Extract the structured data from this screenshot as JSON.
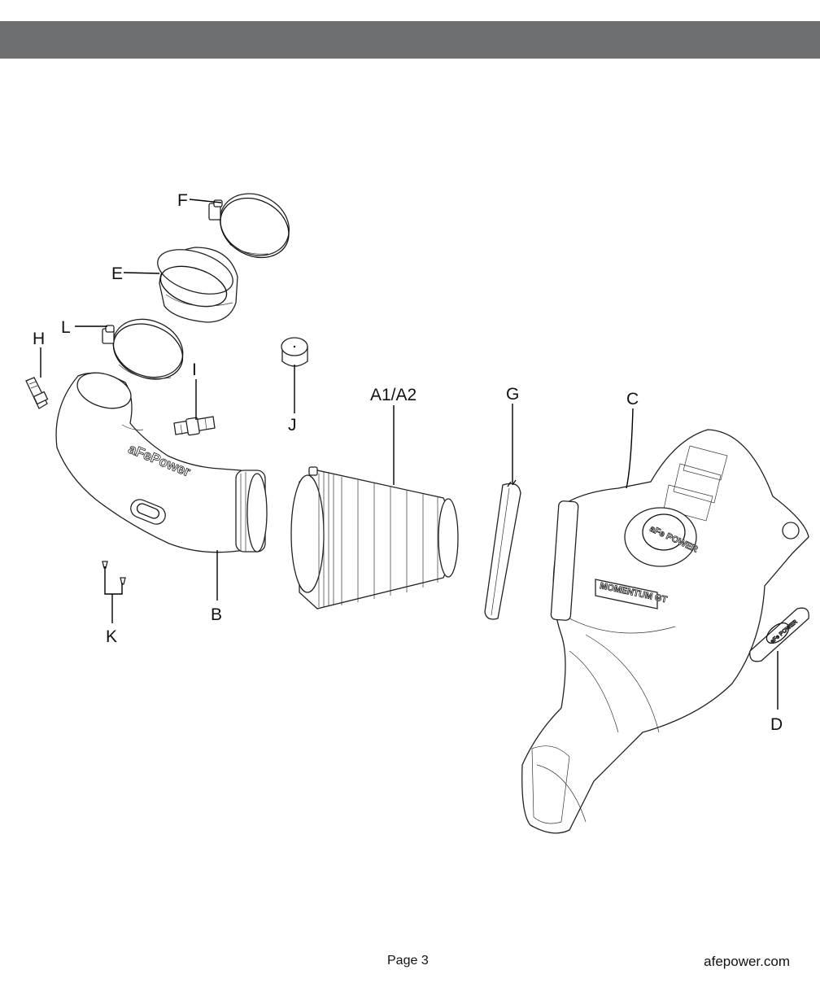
{
  "header": {
    "color": "#6d6e71"
  },
  "diagram": {
    "callouts": {
      "F": "F",
      "E": "E",
      "L": "L",
      "H": "H",
      "I": "I",
      "J": "J",
      "A1A2": "A1/A2",
      "G": "G",
      "C": "C",
      "B": "B",
      "K": "K",
      "D": "D"
    },
    "tube_logo": "aFePower",
    "housing_badge": "MOMENTUM GT",
    "lid_logo": "aFe POWER",
    "plate_logo": "aFe POWER"
  },
  "footer": {
    "page": "Page 3",
    "site": "afepower.com"
  }
}
